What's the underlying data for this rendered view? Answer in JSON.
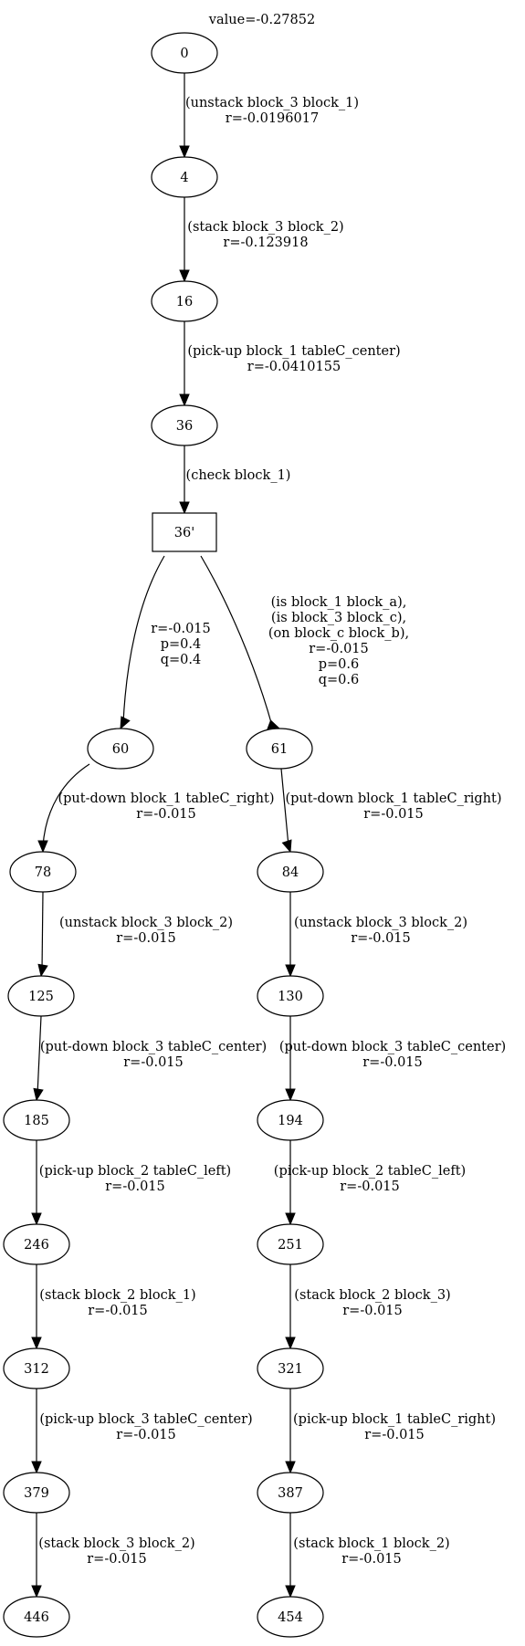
{
  "title": "value=-0.27852",
  "nodes": [
    {
      "id": "n0",
      "label": "0",
      "shape": "ellipse"
    },
    {
      "id": "n4",
      "label": "4",
      "shape": "ellipse"
    },
    {
      "id": "n16",
      "label": "16",
      "shape": "ellipse"
    },
    {
      "id": "n36",
      "label": "36",
      "shape": "ellipse"
    },
    {
      "id": "n36p",
      "label": "36'",
      "shape": "box"
    },
    {
      "id": "n60",
      "label": "60",
      "shape": "ellipse"
    },
    {
      "id": "n61",
      "label": "61",
      "shape": "ellipse"
    },
    {
      "id": "n78",
      "label": "78",
      "shape": "ellipse"
    },
    {
      "id": "n84",
      "label": "84",
      "shape": "ellipse"
    },
    {
      "id": "n125",
      "label": "125",
      "shape": "ellipse"
    },
    {
      "id": "n130",
      "label": "130",
      "shape": "ellipse"
    },
    {
      "id": "n185",
      "label": "185",
      "shape": "ellipse"
    },
    {
      "id": "n194",
      "label": "194",
      "shape": "ellipse"
    },
    {
      "id": "n246",
      "label": "246",
      "shape": "ellipse"
    },
    {
      "id": "n251",
      "label": "251",
      "shape": "ellipse"
    },
    {
      "id": "n312",
      "label": "312",
      "shape": "ellipse"
    },
    {
      "id": "n321",
      "label": "321",
      "shape": "ellipse"
    },
    {
      "id": "n379",
      "label": "379",
      "shape": "ellipse"
    },
    {
      "id": "n387",
      "label": "387",
      "shape": "ellipse"
    },
    {
      "id": "n446",
      "label": "446",
      "shape": "ellipse"
    },
    {
      "id": "n454",
      "label": "454",
      "shape": "ellipse"
    }
  ],
  "edges": [
    {
      "from": "n0",
      "to": "n4",
      "label": [
        "(unstack block_3 block_1)",
        "r=-0.0196017"
      ]
    },
    {
      "from": "n4",
      "to": "n16",
      "label": [
        "(stack block_3 block_2)",
        "r=-0.123918"
      ]
    },
    {
      "from": "n16",
      "to": "n36",
      "label": [
        "(pick-up block_1 tableC_center)",
        "r=-0.0410155"
      ]
    },
    {
      "from": "n36",
      "to": "n36p",
      "label": [
        "(check block_1)"
      ]
    },
    {
      "from": "n36p",
      "to": "n60",
      "label": [
        "r=-0.015",
        "p=0.4",
        "q=0.4"
      ]
    },
    {
      "from": "n36p",
      "to": "n61",
      "label": [
        "(is block_1 block_a),",
        "(is block_3 block_c),",
        "(on block_c block_b),",
        "r=-0.015",
        "p=0.6",
        "q=0.6"
      ]
    },
    {
      "from": "n60",
      "to": "n78",
      "label": [
        "(put-down block_1 tableC_right)",
        "r=-0.015"
      ]
    },
    {
      "from": "n61",
      "to": "n84",
      "label": [
        "(put-down block_1 tableC_right)",
        "r=-0.015"
      ]
    },
    {
      "from": "n78",
      "to": "n125",
      "label": [
        "(unstack block_3 block_2)",
        "r=-0.015"
      ]
    },
    {
      "from": "n84",
      "to": "n130",
      "label": [
        "(unstack block_3 block_2)",
        "r=-0.015"
      ]
    },
    {
      "from": "n125",
      "to": "n185",
      "label": [
        "(put-down block_3 tableC_center)",
        "r=-0.015"
      ]
    },
    {
      "from": "n130",
      "to": "n194",
      "label": [
        "(put-down block_3 tableC_center)",
        "r=-0.015"
      ]
    },
    {
      "from": "n185",
      "to": "n246",
      "label": [
        "(pick-up block_2 tableC_left)",
        "r=-0.015"
      ]
    },
    {
      "from": "n194",
      "to": "n251",
      "label": [
        "(pick-up block_2 tableC_left)",
        "r=-0.015"
      ]
    },
    {
      "from": "n246",
      "to": "n312",
      "label": [
        "(stack block_2 block_1)",
        "r=-0.015"
      ]
    },
    {
      "from": "n251",
      "to": "n321",
      "label": [
        "(stack block_2 block_3)",
        "r=-0.015"
      ]
    },
    {
      "from": "n312",
      "to": "n379",
      "label": [
        "(pick-up block_3 tableC_center)",
        "r=-0.015"
      ]
    },
    {
      "from": "n321",
      "to": "n387",
      "label": [
        "(pick-up block_1 tableC_right)",
        "r=-0.015"
      ]
    },
    {
      "from": "n379",
      "to": "n446",
      "label": [
        "(stack block_3 block_2)",
        "r=-0.015"
      ]
    },
    {
      "from": "n387",
      "to": "n454",
      "label": [
        "(stack block_1 block_2)",
        "r=-0.015"
      ]
    }
  ]
}
